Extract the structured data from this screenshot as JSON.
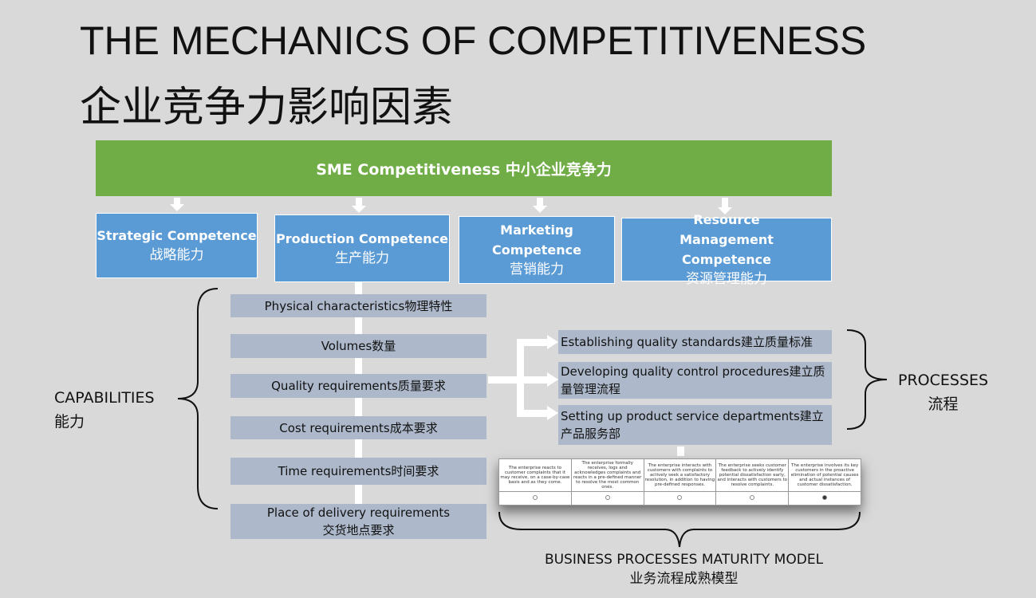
{
  "title_en": "THE MECHANICS OF COMPETITIVENESS",
  "title_zh": "企业竞争力影响因素",
  "root": "SME Competitiveness 中小企业竞争力",
  "competences": [
    {
      "en": "Strategic Competence",
      "zh": "战略能力"
    },
    {
      "en": "Production Competence",
      "zh": "生产能力"
    },
    {
      "en": "Marketing Competence",
      "zh": "营销能力"
    },
    {
      "en": "Resource Management Competence",
      "zh": "资源管理能力"
    }
  ],
  "capabilities": [
    "Physical characteristics物理特性",
    "Volumes数量",
    "Quality requirements质量要求",
    "Cost requirements成本要求",
    "Time requirements时间要求",
    "Place of delivery requirements 交货地点要求"
  ],
  "processes": [
    "Establishing quality standards建立质量标准",
    "Developing quality control procedures建立质量管理流程",
    "Setting up product service departments建立产品服务部"
  ],
  "labels": {
    "capabilities_en": "CAPABILITIES",
    "capabilities_zh": "能力",
    "processes_en": "PROCESSES",
    "processes_zh": "流程",
    "bpmm_en": "BUSINESS PROCESSES MATURITY MODEL",
    "bpmm_zh": "业务流程成熟模型"
  },
  "maturity": {
    "levels": [
      "The enterprise reacts to customer complaints that it may receive, on a case-by-case basis and as they come.",
      "The enterprise formally receives, logs and acknowledges complaints and reacts in a pre-defined manner to resolve the most common ones.",
      "The enterprise interacts with customers with complaints to actively seek a satisfactory resolution, in addition to having pre-defined responses.",
      "The enterprise seeks customer feedback to actively identify potential dissatisfaction early, and interacts with customers to resolve complaints.",
      "The enterprise involves its key customers in the proactive elimination of potential causes and actual instances of customer dissatisfaction."
    ],
    "selected_index": 4
  },
  "colors": {
    "green": "#70ad47",
    "blue": "#5b9bd5",
    "grey": "#adb9ca"
  }
}
